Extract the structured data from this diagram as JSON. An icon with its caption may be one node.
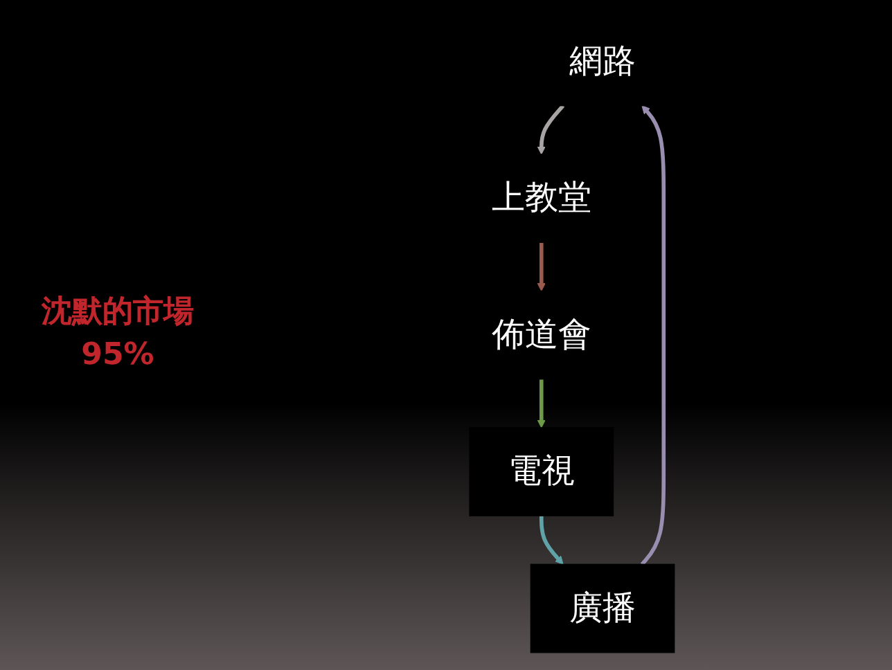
{
  "diagram": {
    "nodes": [
      {
        "text": [
          "網路"
        ]
      },
      {
        "text": [
          "上教堂"
        ]
      },
      {
        "text": [
          "佈道會"
        ]
      },
      {
        "text": [
          "電視"
        ]
      },
      {
        "text": [
          "廣播"
        ]
      }
    ],
    "edges": [
      {
        "from": 0,
        "to": 1,
        "arrow": "to",
        "color": "#a8a4a4"
      },
      {
        "from": 1,
        "to": 2,
        "arrow": "to",
        "color": "#9a5a4e"
      },
      {
        "from": 2,
        "to": 3,
        "arrow": "to",
        "color": "#6e9a48"
      },
      {
        "from": 3,
        "to": 4,
        "arrow": "to",
        "color": "#5fa3a8"
      },
      {
        "from": 4,
        "to": 0,
        "arrow": "to",
        "color": "#9a8eb0"
      }
    ],
    "labels": [
      "沈默的市場",
      "95%"
    ]
  }
}
